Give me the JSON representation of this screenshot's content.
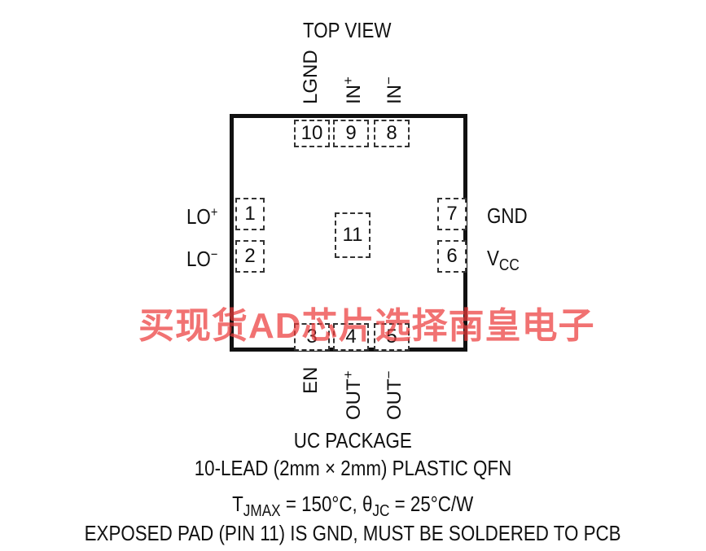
{
  "title": "TOP VIEW",
  "pins": {
    "p1": "1",
    "p2": "2",
    "p3": "3",
    "p4": "4",
    "p5": "5",
    "p6": "6",
    "p7": "7",
    "p8": "8",
    "p9": "9",
    "p10": "10",
    "p11": "11"
  },
  "labels": {
    "lgnd": "LGND",
    "in_plus": "IN",
    "in_minus": "IN",
    "lo_plus": "LO",
    "lo_minus": "LO",
    "gnd": "GND",
    "vcc": "V",
    "vcc_sub": "CC",
    "en": "EN",
    "out_plus": "OUT",
    "out_minus": "OUT",
    "plus": "+",
    "minus": "−"
  },
  "package": {
    "name": "UC PACKAGE",
    "description": "10-LEAD (2mm × 2mm) PLASTIC QFN",
    "tj_prefix": "T",
    "tj_sub": "JMAX",
    "tj_mid": " = 150°C, θ",
    "jc_sub": "JC",
    "tj_end": " = 25°C/W",
    "exposed_pad": "EXPOSED PAD (PIN 11) IS GND, MUST BE SOLDERED TO PCB"
  },
  "watermark": "买现货AD芯片选择南皇电子",
  "colors": {
    "line": "#111111",
    "watermark": "#eb3c3c"
  }
}
